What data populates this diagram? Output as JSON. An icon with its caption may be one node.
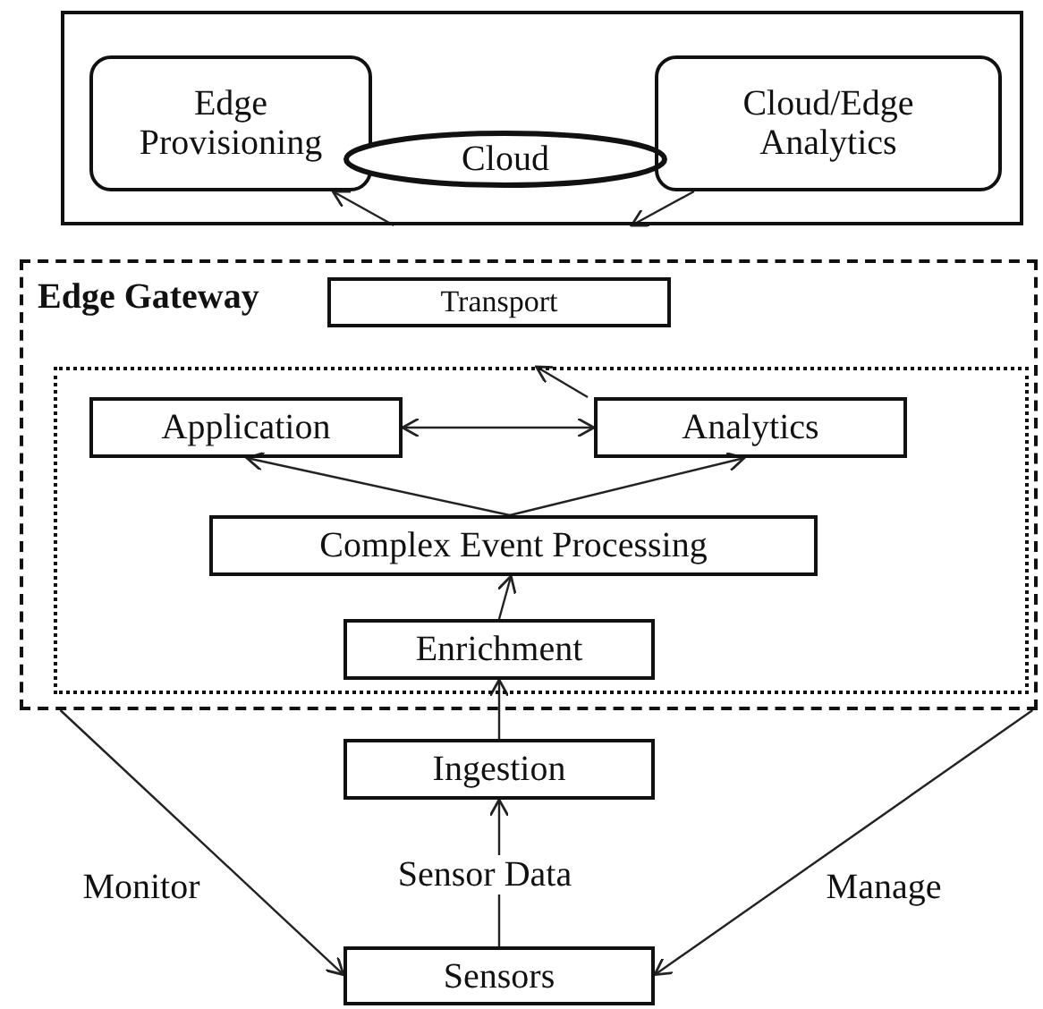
{
  "diagram": {
    "nodes": [
      {
        "text": [],
        "shape": "box"
      },
      {
        "text": [
          "Edge Provisioning"
        ],
        "in": 0
      },
      {
        "text": [
          "Cloud"
        ],
        "in": 0
      },
      {
        "text": [
          "Cloud/Edge Analytics"
        ],
        "in": 0
      },
      {
        "text": [
          "Edge Gateway"
        ]
      },
      {
        "text": [
          "Transport"
        ],
        "in": 4
      },
      {
        "text": [],
        "shape": "box",
        "in": 4
      },
      {
        "text": [
          "Application"
        ],
        "in": 6
      },
      {
        "text": [
          "Analytics"
        ],
        "in": 6
      },
      {
        "text": [
          "Complex Event Processing"
        ],
        "in": 6
      },
      {
        "text": [
          "Enrichment"
        ],
        "in": 6
      },
      {
        "text": [
          "Ingestion"
        ]
      },
      {
        "text": [
          "Sensors"
        ]
      }
    ],
    "edges": [
      {
        "from": 0,
        "to": 1,
        "arrow": "to"
      },
      {
        "from": 3,
        "to": 0,
        "arrow": "to"
      },
      {
        "from": 8,
        "to": 6,
        "arrow": "to"
      },
      {
        "from": 7,
        "to": 8,
        "arrow": "both"
      },
      {
        "from": 9,
        "to": 7,
        "arrow": "to"
      },
      {
        "from": 9,
        "to": 8,
        "arrow": "to"
      },
      {
        "from": 10,
        "to": 9,
        "arrow": "to"
      },
      {
        "from": 11,
        "to": 10,
        "arrow": "to"
      },
      {
        "from": 12,
        "to": 11,
        "arrow": "to",
        "label": "Sensor Data"
      },
      {
        "from": 4,
        "to": 12,
        "arrow": "to",
        "label": "Monitor"
      },
      {
        "from": 4,
        "to": 12,
        "arrow": "to",
        "label": "Manage"
      }
    ]
  }
}
